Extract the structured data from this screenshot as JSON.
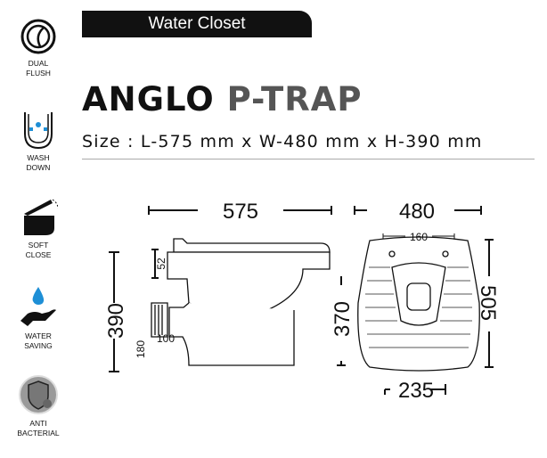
{
  "features": [
    {
      "icon": "dual-flush-icon",
      "label": "DUAL\nFLUSH"
    },
    {
      "icon": "wash-down-icon",
      "label": "WASH\nDOWN"
    },
    {
      "icon": "soft-close-icon",
      "label": "SOFT\nCLOSE"
    },
    {
      "icon": "water-saving-icon",
      "label": "WATER\nSAVING"
    },
    {
      "icon": "anti-bacterial-icon",
      "label": "ANTI\nBACTERIAL"
    }
  ],
  "category": "Water Closet",
  "title": {
    "part1": "ANGLO",
    "part2": "P-TRAP"
  },
  "size": "Size : L-575 mm x W-480 mm x H-390 mm",
  "dimensions": {
    "length": "575",
    "width": "480",
    "height": "390",
    "side_height": "370",
    "depth": "505",
    "top_width": "160",
    "bottom_width": "235",
    "rim": "52",
    "outlet_height": "180",
    "outlet_offset": "100"
  },
  "colors": {
    "accent": "#1e8fd6",
    "text": "#111111",
    "subtitle": "#555555"
  }
}
